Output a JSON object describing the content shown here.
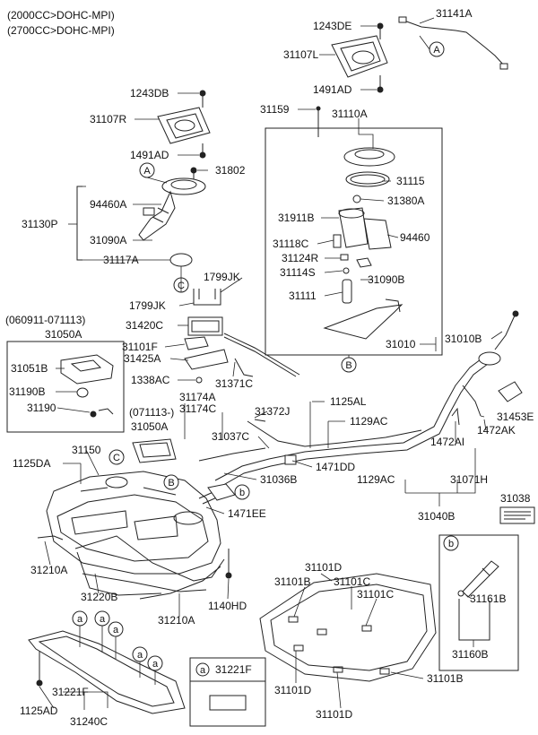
{
  "header": {
    "line1": "(2000CC>DOHC-MPI)",
    "line2": "(2700CC>DOHC-MPI)"
  },
  "groups": {
    "g1_line1": "(060911-071113)",
    "g1_line2": "31050A",
    "g2_line1": "(071113-)",
    "g2_line2": "31050A"
  },
  "labels": {
    "p1243DE": "1243DE",
    "p31141A": "31141A",
    "p31107L": "31107L",
    "p1491AD_top": "1491AD",
    "p1243DB": "1243DB",
    "p31107R": "31107R",
    "p1491AD_left": "1491AD",
    "p31159": "31159",
    "p31110A": "31110A",
    "p31802": "31802",
    "p94460A": "94460A",
    "p31130P": "31130P",
    "p31090A": "31090A",
    "p31117A": "31117A",
    "p31115": "31115",
    "p31380A": "31380A",
    "p31911B": "31911B",
    "p31118C": "31118C",
    "p94460": "94460",
    "p31124R": "31124R",
    "p31114S": "31114S",
    "p31090B": "31090B",
    "p31111": "31111",
    "p1799JK_a": "1799JK",
    "p1799JK_b": "1799JK",
    "p31420C": "31420C",
    "p31101F": "31101F",
    "p31425A": "31425A",
    "p1338AC": "1338AC",
    "p31371C": "31371C",
    "p31051B": "31051B",
    "p31190B": "31190B",
    "p31190": "31190",
    "p31010": "31010",
    "p31010B": "31010B",
    "p31174A": "31174A",
    "p31174C": "31174C",
    "p31372J": "31372J",
    "p1125AL": "1125AL",
    "p1129AC_a": "1129AC",
    "p31037C": "31037C",
    "p31453E": "31453E",
    "p1472AI": "1472AI",
    "p1472AK": "1472AK",
    "p31150": "31150",
    "p1125DA": "1125DA",
    "p1471DD": "1471DD",
    "p31036B": "31036B",
    "p1129AC_b": "1129AC",
    "p31071H": "31071H",
    "p31038": "31038",
    "p1471EE": "1471EE",
    "p31040B": "31040B",
    "p31210A_a": "31210A",
    "p31220B": "31220B",
    "p31210A_b": "31210A",
    "p1140HD": "1140HD",
    "p31101D_1": "31101D",
    "p31101B_1": "31101B",
    "p31101C_1": "31101C",
    "p31101C_2": "31101C",
    "p31101D_2": "31101D",
    "p31101B_2": "31101B",
    "p31101D_3": "31101D",
    "p31161B": "31161B",
    "p31160B": "31160B",
    "p1125AD": "1125AD",
    "p31221F_a": "31221F",
    "p31240C": "31240C"
  },
  "callouts": {
    "A": "A",
    "B": "B",
    "C": "C",
    "b": "b",
    "a": "a"
  },
  "legend": {
    "a_item": "31221F",
    "b_marker": "b"
  }
}
